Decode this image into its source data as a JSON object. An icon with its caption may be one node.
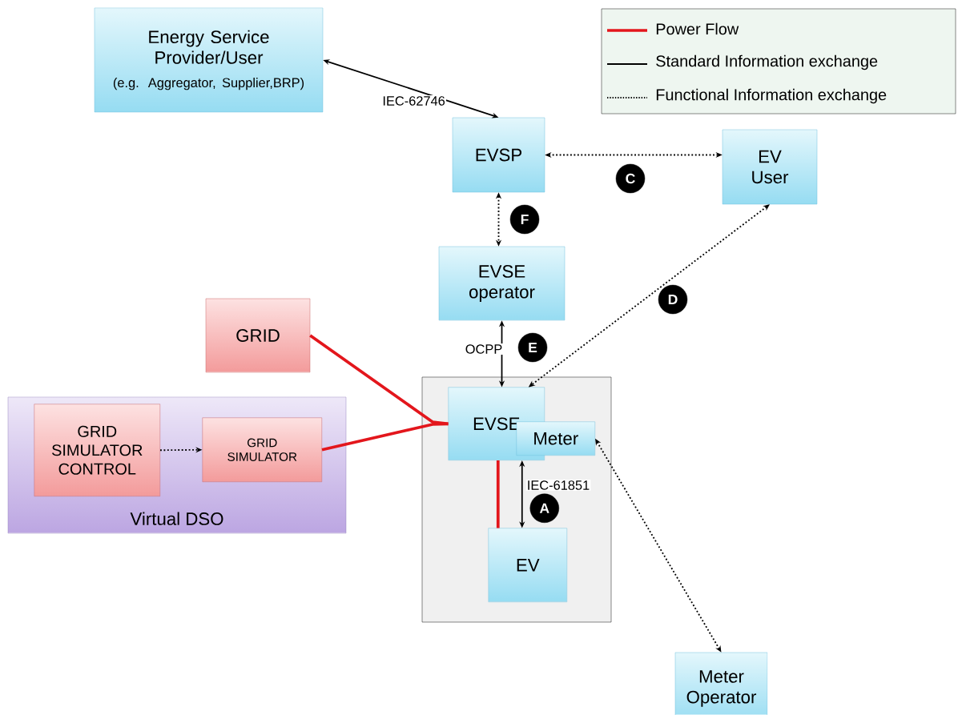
{
  "diagram": {
    "nodes": [
      {
        "text": [
          "Energy Service Provider/User",
          "(e.g. Aggregator, Supplier,BRP)"
        ]
      },
      {
        "text": [
          "EVSP"
        ]
      },
      {
        "text": [
          "EV User"
        ]
      },
      {
        "text": [
          "EVSE operator"
        ]
      },
      {
        "text": [
          "GRID"
        ]
      },
      {
        "text": [
          "Virtual DSO"
        ]
      },
      {
        "text": [
          "GRID SIMULATOR CONTROL"
        ],
        "in": 5
      },
      {
        "text": [
          "GRID SIMULATOR"
        ],
        "in": 5
      },
      {
        "text": [],
        "shape": "box"
      },
      {
        "text": [
          "EVSE"
        ],
        "in": 8
      },
      {
        "text": [
          "Meter"
        ],
        "in": 8
      },
      {
        "text": [
          "EV"
        ],
        "in": 8
      },
      {
        "text": [
          "Meter Operator"
        ]
      },
      {
        "text": [
          "C"
        ]
      },
      {
        "text": [
          "F"
        ]
      },
      {
        "text": [
          "D"
        ]
      },
      {
        "text": [
          "E"
        ]
      },
      {
        "text": [
          "A"
        ],
        "in": 8
      }
    ],
    "edges": [
      {
        "from": 1,
        "to": 0,
        "arrow": "both",
        "label": "IEC-62746"
      },
      {
        "from": 1,
        "to": 2,
        "arrow": "both",
        "style": "dashed"
      },
      {
        "from": 1,
        "to": 3,
        "arrow": "both",
        "style": "dashed"
      },
      {
        "from": 3,
        "to": 9,
        "arrow": "both",
        "label": "OCPP"
      },
      {
        "from": 2,
        "to": 9,
        "arrow": "both",
        "style": "dashed"
      },
      {
        "from": 4,
        "to": 9,
        "arrow": "none",
        "style": "thick",
        "color": "#e3161c"
      },
      {
        "from": 7,
        "to": 9,
        "arrow": "none",
        "style": "thick",
        "color": "#e3161c"
      },
      {
        "from": 6,
        "to": 7,
        "arrow": "to",
        "style": "dashed"
      },
      {
        "from": 9,
        "to": 11,
        "arrow": "none",
        "style": "thick",
        "color": "#e3161c"
      },
      {
        "from": 9,
        "to": 11,
        "arrow": "both",
        "label": "IEC-61851"
      },
      {
        "from": 10,
        "to": 12,
        "arrow": "both",
        "style": "dashed"
      }
    ],
    "legend": [
      {
        "text": "Power Flow"
      },
      {
        "text": "Standard Information exchange"
      },
      {
        "text": "Functional Information exchange"
      }
    ]
  }
}
